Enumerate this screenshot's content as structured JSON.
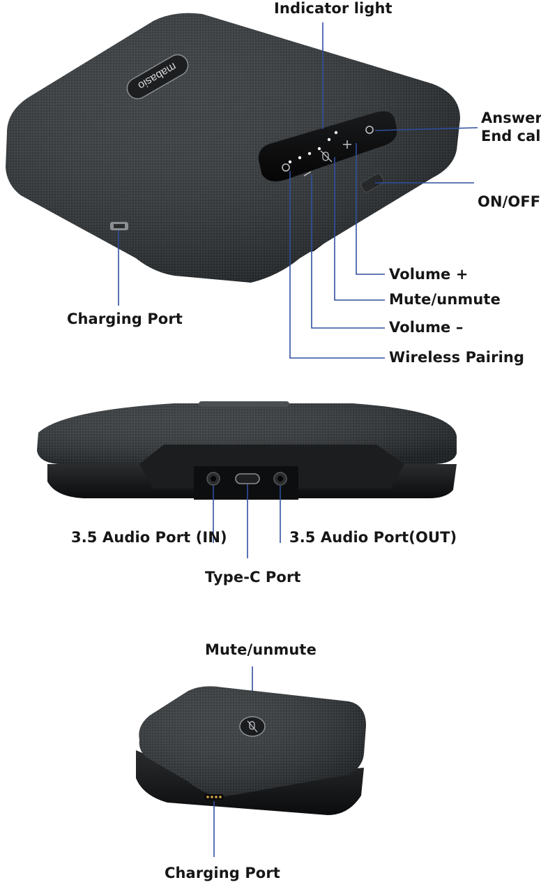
{
  "brand": {
    "logo_text": "mabasio"
  },
  "top_view": {
    "indicator_light": "Indicator light",
    "answer": "Answer",
    "end_call": "End call",
    "on_off": "ON/OFF",
    "volume_plus": "Volume +",
    "mute_unmute": "Mute/unmute",
    "volume_minus": "Volume –",
    "wireless_pairing": "Wireless Pairing",
    "charging_port": "Charging Port"
  },
  "side_view": {
    "audio_in": "3.5 Audio Port (IN)",
    "audio_out": "3.5 Audio Port(OUT)",
    "type_c": "Type-C Port"
  },
  "dock_view": {
    "mute_unmute": "Mute/unmute",
    "charging_port": "Charging Port"
  },
  "colors": {
    "callout_line": "#2f4f9e",
    "fabric": "#2f3336",
    "fabric_dark": "#1f2224",
    "base": "#121314",
    "panel": "#0a0b0c"
  }
}
